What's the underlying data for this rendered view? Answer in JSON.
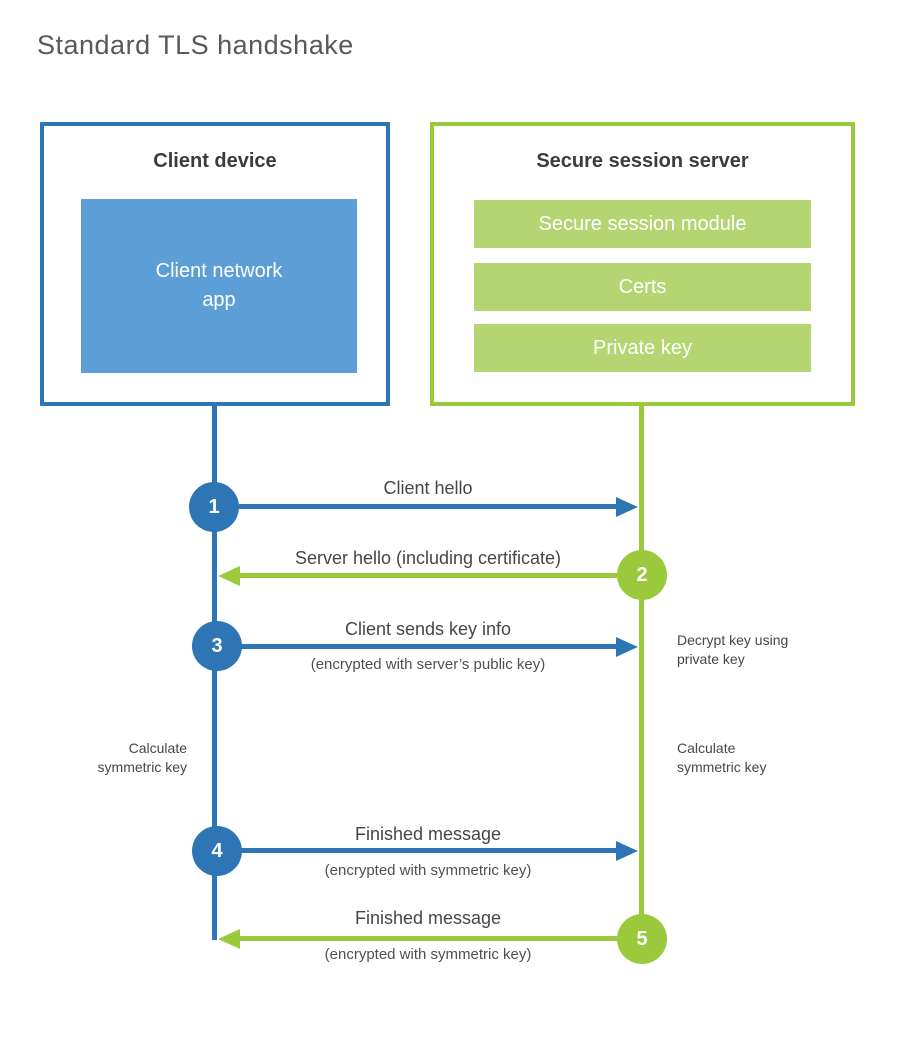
{
  "title": "Standard TLS handshake",
  "client_box": {
    "title": "Client device",
    "app_label": "Client network app"
  },
  "server_box": {
    "title": "Secure session server",
    "modules": [
      "Secure session module",
      "Certs",
      "Private key"
    ]
  },
  "steps": [
    {
      "num": "1",
      "label": "Client hello",
      "from": "client",
      "to": "server"
    },
    {
      "num": "2",
      "label": "Server hello (including certificate)",
      "from": "server",
      "to": "client"
    },
    {
      "num": "3",
      "label": "Client sends key info",
      "sub": "(encrypted with server’s public key)",
      "from": "client",
      "to": "server"
    },
    {
      "num": "4",
      "label": "Finished message",
      "sub": "(encrypted with symmetric key)",
      "from": "client",
      "to": "server"
    },
    {
      "num": "5",
      "label": "Finished message",
      "sub": "(encrypted with symmetric key)",
      "from": "server",
      "to": "client"
    }
  ],
  "side_notes": {
    "decrypt": "Decrypt key using private key",
    "calc_left": "Calculate symmetric key",
    "calc_right": "Calculate symmetric key"
  },
  "colors": {
    "blue": "#2e75b6",
    "blue_fill": "#5b9fd6",
    "green": "#9aca3c",
    "green_fill": "#b5d573",
    "text_dark": "#3c3c3c",
    "text_gray": "#464646",
    "title_gray": "#595959"
  }
}
